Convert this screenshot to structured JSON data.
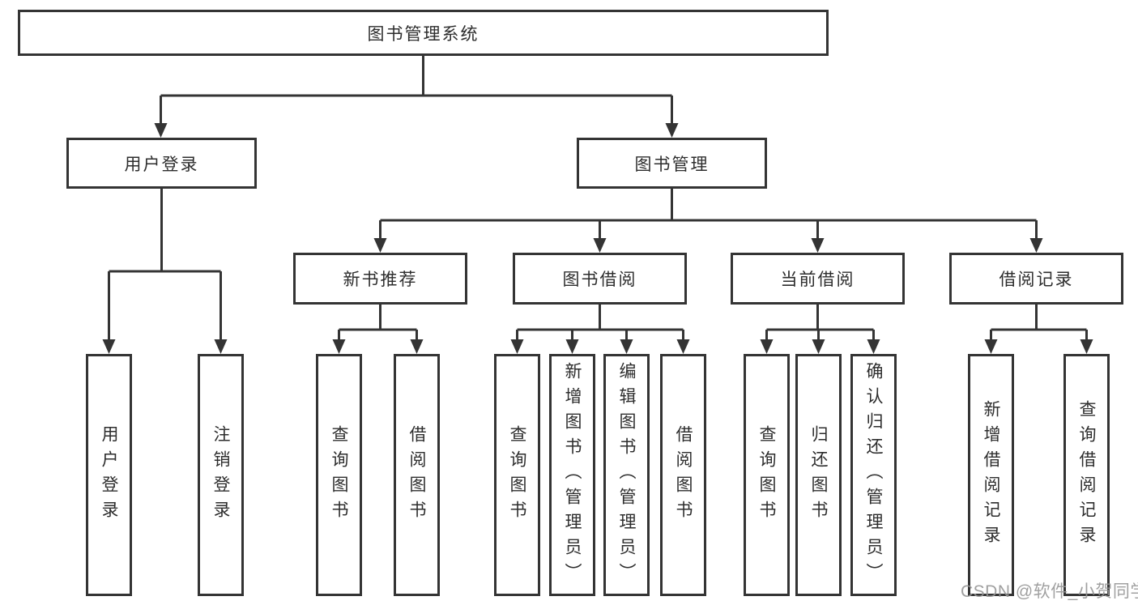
{
  "diagram": {
    "root": "图书管理系统",
    "level2": {
      "user_login": "用户登录",
      "book_mgmt": "图书管理"
    },
    "level3": {
      "new_book": "新书推荐",
      "book_borrow": "图书借阅",
      "current_borrow": "当前借阅",
      "borrow_records": "借阅记录"
    },
    "leaves": {
      "login": [
        "用户登录",
        "注销登录"
      ],
      "new_book": [
        "查询图书",
        "借阅图书"
      ],
      "borrow": [
        "查询图书",
        "新增图书（管理员）",
        "编辑图书（管理员）",
        "借阅图书"
      ],
      "current": [
        "查询图书",
        "归还图书",
        "确认归还（管理员）"
      ],
      "records": [
        "新增借阅记录",
        "查询借阅记录"
      ]
    }
  },
  "colors": {
    "line": "#343434",
    "text": "#2d2d2d",
    "watermark": "#969696"
  },
  "watermark": "CSDN @软件_小贺同学"
}
